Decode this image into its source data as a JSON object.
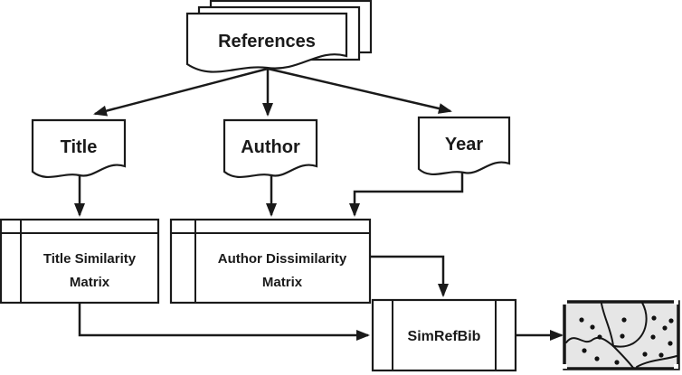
{
  "figure": {
    "type": "flowchart",
    "nodes": {
      "references": {
        "label": "References",
        "shape": "stacked-documents"
      },
      "title": {
        "label": "Title",
        "shape": "document"
      },
      "author": {
        "label": "Author",
        "shape": "document"
      },
      "year": {
        "label": "Year",
        "shape": "document"
      },
      "title_matrix": {
        "label_line1": "Title Similarity",
        "label_line2": "Matrix",
        "shape": "matrix-table"
      },
      "author_matrix": {
        "label_line1": "Author Dissimilarity",
        "label_line2": "Matrix",
        "shape": "matrix-table"
      },
      "simrefbib": {
        "label": "SimRefBib",
        "shape": "predefined-process"
      },
      "cluster_image": {
        "shape": "clustered-points-image"
      }
    },
    "edges": [
      {
        "from": "references",
        "to": "title"
      },
      {
        "from": "references",
        "to": "author"
      },
      {
        "from": "references",
        "to": "year"
      },
      {
        "from": "title",
        "to": "title_matrix"
      },
      {
        "from": "author",
        "to": "author_matrix"
      },
      {
        "from": "year",
        "to": "author_matrix"
      },
      {
        "from": "title_matrix",
        "to": "simrefbib"
      },
      {
        "from": "author_matrix",
        "to": "simrefbib"
      },
      {
        "from": "simrefbib",
        "to": "cluster_image"
      }
    ],
    "colors": {
      "stroke": "#1a1a1a",
      "node_fill": "#ffffff",
      "background": "#ffffff",
      "cluster_fill": "#e6e6e6"
    }
  }
}
